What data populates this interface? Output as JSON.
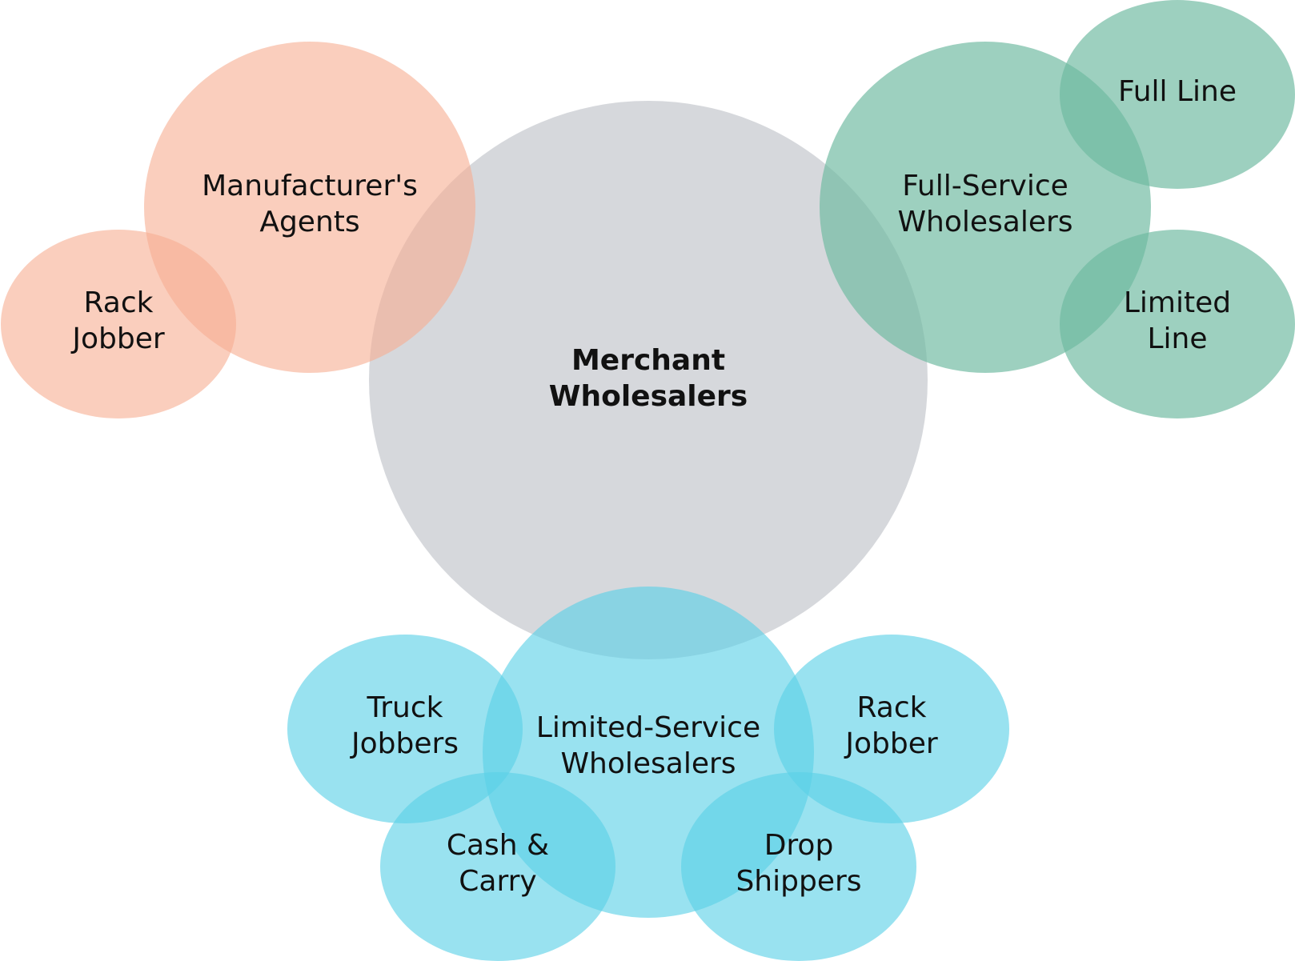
{
  "colors": {
    "center": "#cfd1d6",
    "agents": "#f6ad91",
    "full_service": "#6fb9a0",
    "limited_service": "#5bd1e6"
  },
  "center": {
    "line1": "Merchant",
    "line2": "Wholesalers"
  },
  "agents": {
    "main": {
      "line1": "Manufacturer's",
      "line2": "Agents"
    },
    "rack_jobber": {
      "line1": "Rack",
      "line2": "Jobber"
    }
  },
  "full_service": {
    "main": {
      "line1": "Full-Service",
      "line2": "Wholesalers"
    },
    "full_line": {
      "line1": "Full Line"
    },
    "limited_line": {
      "line1": "Limited",
      "line2": "Line"
    }
  },
  "limited_service": {
    "main": {
      "line1": "Limited-Service",
      "line2": "Wholesalers"
    },
    "truck_jobbers": {
      "line1": "Truck",
      "line2": "Jobbers"
    },
    "cash_carry": {
      "line1": "Cash &",
      "line2": "Carry"
    },
    "rack_jobber": {
      "line1": "Rack",
      "line2": "Jobber"
    },
    "drop_shippers": {
      "line1": "Drop",
      "line2": "Shippers"
    }
  }
}
